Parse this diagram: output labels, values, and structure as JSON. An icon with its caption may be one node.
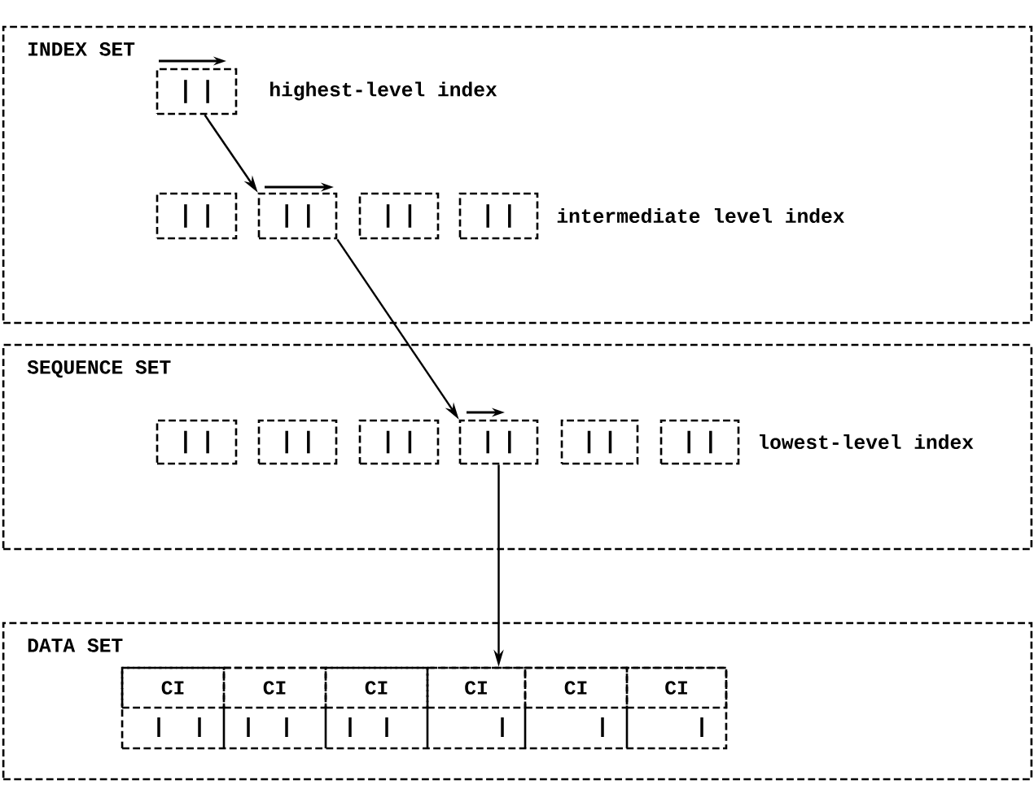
{
  "diagram": {
    "nodes": [
      {
        "text": [
          "INDEX SET"
        ]
      },
      {
        "text": [],
        "shape": "box",
        "in": 0,
        "beside": [
          "highest-level index"
        ]
      },
      {
        "text": [],
        "shape": "box",
        "in": 0
      },
      {
        "text": [],
        "shape": "box",
        "in": 0
      },
      {
        "text": [],
        "shape": "box",
        "in": 0
      },
      {
        "text": [],
        "shape": "box",
        "in": 0,
        "beside": [
          "intermediate level index"
        ]
      },
      {
        "text": [
          "SEQUENCE SET"
        ]
      },
      {
        "text": [],
        "shape": "box",
        "in": 6
      },
      {
        "text": [],
        "shape": "box",
        "in": 6
      },
      {
        "text": [],
        "shape": "box",
        "in": 6
      },
      {
        "text": [],
        "shape": "box",
        "in": 6
      },
      {
        "text": [],
        "shape": "box",
        "in": 6
      },
      {
        "text": [],
        "shape": "box",
        "in": 6,
        "beside": [
          "lowest-level index"
        ]
      },
      {
        "text": [
          "DATA SET"
        ]
      },
      {
        "text": [],
        "shape": "box",
        "in": 13
      },
      {
        "text": [
          "CI"
        ],
        "in": 14
      },
      {
        "text": [
          "CI"
        ],
        "in": 14
      },
      {
        "text": [
          "CI"
        ],
        "in": 14
      },
      {
        "text": [
          "CI"
        ],
        "in": 14
      },
      {
        "text": [
          "CI"
        ],
        "in": 14
      },
      {
        "text": [
          "CI"
        ],
        "in": 14
      }
    ],
    "edges": [
      {
        "from": 1,
        "to": 3,
        "arrow": "to"
      },
      {
        "from": 3,
        "to": 10,
        "arrow": "to"
      },
      {
        "from": 10,
        "to": 18,
        "arrow": "to"
      }
    ]
  }
}
